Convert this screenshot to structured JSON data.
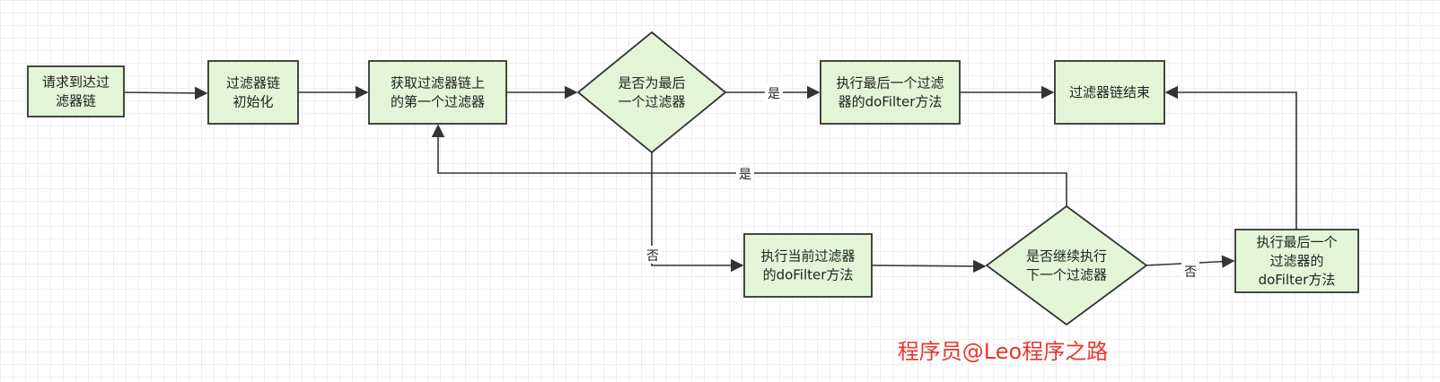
{
  "nodes": [
    {
      "id": "start",
      "shape": "rect",
      "lines": [
        "请求到达过",
        "滤器链"
      ]
    },
    {
      "id": "init",
      "shape": "rect",
      "lines": [
        "过滤器链",
        "初始化"
      ]
    },
    {
      "id": "first",
      "shape": "rect",
      "lines": [
        "获取过滤器链上",
        "的第一个过滤器"
      ]
    },
    {
      "id": "is_last",
      "shape": "diamond",
      "lines": [
        "是否为最后",
        "一个过滤器"
      ]
    },
    {
      "id": "exec_last_top",
      "shape": "rect",
      "lines": [
        "执行最后一个过滤",
        "器的doFilter方法"
      ]
    },
    {
      "id": "end",
      "shape": "rect",
      "lines": [
        "过滤器链结束"
      ]
    },
    {
      "id": "exec_current",
      "shape": "rect",
      "lines": [
        "执行当前过滤器",
        "的doFilter方法"
      ]
    },
    {
      "id": "continue",
      "shape": "diamond",
      "lines": [
        "是否继续执行",
        "下一个过滤器"
      ]
    },
    {
      "id": "exec_last_bottom",
      "shape": "rect",
      "lines": [
        "执行最后一个",
        "过滤器的",
        "doFilter方法"
      ]
    }
  ],
  "edges": [
    {
      "id": "start_to_init",
      "label": ""
    },
    {
      "id": "init_to_first",
      "label": ""
    },
    {
      "id": "first_to_is_last",
      "label": ""
    },
    {
      "id": "is_last_yes",
      "label": "是"
    },
    {
      "id": "exec_last_to_end",
      "label": ""
    },
    {
      "id": "is_last_no",
      "label": "否"
    },
    {
      "id": "exec_current_to_continue",
      "label": ""
    },
    {
      "id": "continue_yes",
      "label": "是"
    },
    {
      "id": "continue_no",
      "label": "否"
    },
    {
      "id": "exec_last_bottom_to_end",
      "label": ""
    }
  ],
  "watermark": "程序员@Leo程序之路",
  "colors": {
    "node_fill": "#e3f5d6",
    "stroke": "#333333",
    "watermark": "#e8372e"
  }
}
